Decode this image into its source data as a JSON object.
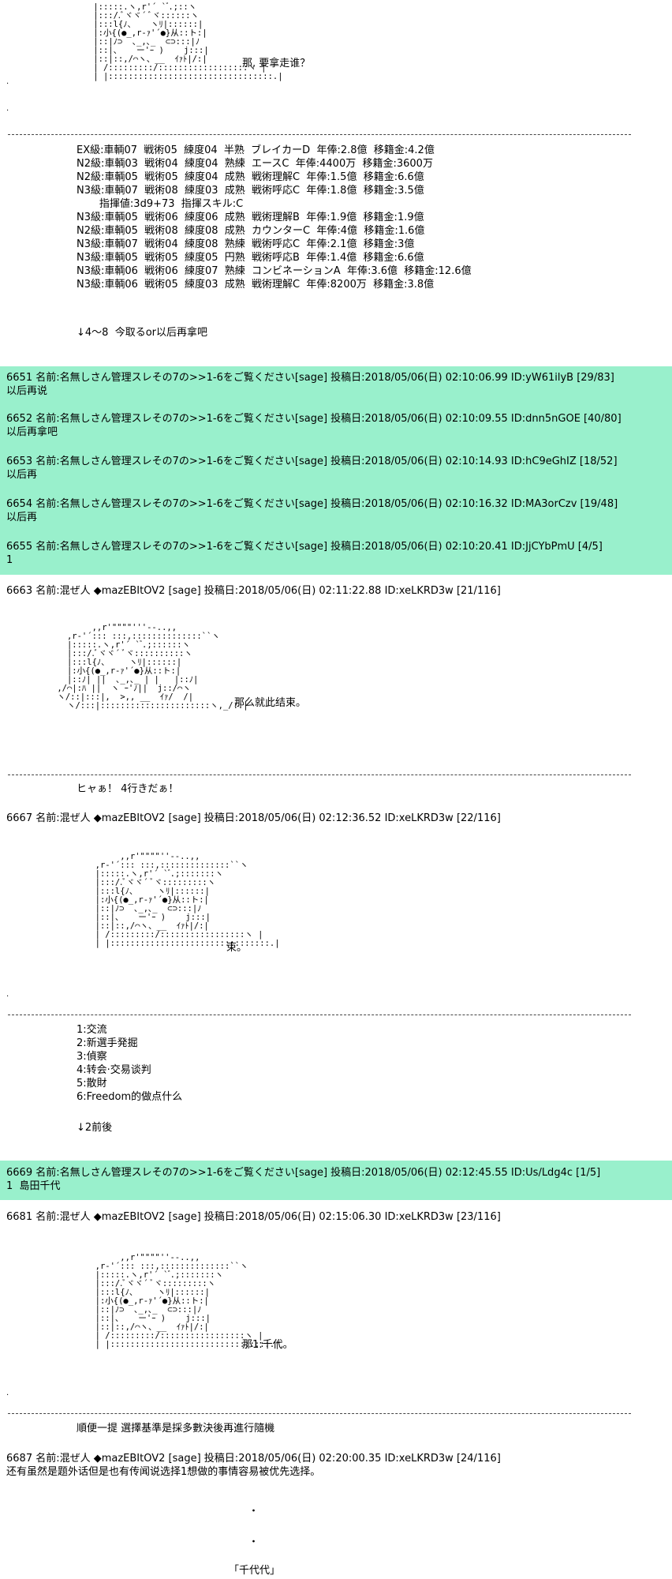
{
  "aa": {
    "face1": " |:::::.ヽ,r'´ ` ゙.;::ヽ\n |:::/.ﾞヾヾ´ ﾞヾ::::::ヽ\n |:::l{ﾉ、   ヽﾘ|::::::|\n |:小{(●_,r-ｧ'´●}从::ト:|\n |::|ﾉ⊃  ､_,､_  ⊂⊃:::|ﾉ\n |::|、   ー'ｰ )    j:::|\n |::|::,/⌒ヽ、__  ｲｧﾄ|/:|\n | /:::::::::/::::::::::::::::::ヽ |\n | |:::::::::::::::::::::::::::::::::.|",
    "face2": "        ,,r'\"\"\"\"'''‐-..,,\n   ,r‐'´::: :::,::::::::::::::``ヽ\n   |:::::.ヽ,r'´ ` ゙.;::::::ヽ\n   |:::/.ﾞヾヾ´ ﾞヾ::::::::::ヽ\n   |:::l{ﾉ、    ヽﾘ|::::::|\n   |:小{(●_,r-ｧ'´●}从::ト:|\n   |::ﾉ| ||  ､_,､_ | |   |::ﾉ|\n ,/⌒|:ﾊ ||  ヽ ｰ'ﾉ||  j::/⌒ヽ\n ヽ/::|:::|,  >,, __  ｲｧ/  /|\n   ヽ/:::|::::::::::::::::::::::ヽ,_/::|",
    "face3": "       ,,r'\"\"\"\"''‐-..,,\n  ,r‐'´::: :::,::::::::::::::``ヽ\n  |:::::.ヽ,r'´ ` ゙.;:::::::ヽ\n  |:::/.ﾞヾヾ´ ﾞヾ:::::::::ヽ\n  |:::l{ﾉ、    ヽﾘ|::::::|\n  |:小{(●_,r-ｧ'´●}从::ト:|\n  |::|ﾉ⊃  ､_,､_  ⊂⊃:::|ﾉ\n  |::|、   ー'ｰ )    j:::|\n  |::|::,/⌒ヽ、__  ｲｧﾄ|/:|\n  | /:::::::::/:::::::::::::::::ヽ |\n  | |::::::::::::::::::::::::::::::::.|"
  },
  "block1": {
    "speech": "那, 要拿走谁？",
    "stats": [
      "EX級:車輌07  戦術05  練度04  半熟  ブレイカーD  年俸:2.8億  移籍金:4.2億",
      "N2級:車輌03  戦術04  練度04  熟練  エースC  年俸:4400万  移籍金:3600万",
      "N2級:車輌05  戦術05  練度04  成熟  戦術理解C  年俸:1.5億  移籍金:6.6億",
      "N3級:車輌07  戦術08  練度03  成熟  戦術呼応C  年俸:1.8億  移籍金:3.5億",
      "       指揮値:3d9+73  指揮スキル:C",
      "N3級:車輌05  戦術06  練度06  成熟  戦術理解B  年俸:1.9億  移籍金:1.9億",
      "N2級:車輌05  戦術08  練度08  成熟  カウンターC  年俸:4億  移籍金:1.6億",
      "N3級:車輌07  戦術04  練度08  熟練  戦術呼応C  年俸:2.1億  移籍金:3億",
      "N3級:車輌05  戦術05  練度05  円熟  戦術呼応B  年俸:1.4億  移籍金:6.6億",
      "N3級:車輌06  戦術06  練度07  熟練  コンビネーションA  年俸:3.6億  移籍金:12.6億",
      "N3級:車輌06  戦術05  練度03  成熟  戦術理解C  年俸:8200万  移籍金:3.8億"
    ],
    "footer": "↓4～8  今取るor以后再拿吧"
  },
  "green1": [
    {
      "head": "6651 名前:名無しさん管理スレその7の>>1-6をご覧ください[sage] 投稿日:2018/05/06(日) 02:10:06.99 ID:yW61ilyB [29/83]",
      "body": "以后再说"
    },
    {
      "head": "6652 名前:名無しさん管理スレその7の>>1-6をご覧ください[sage] 投稿日:2018/05/06(日) 02:10:09.55 ID:dnn5nGOE [40/80]",
      "body": "以后再拿吧"
    },
    {
      "head": "6653 名前:名無しさん管理スレその7の>>1-6をご覧ください[sage] 投稿日:2018/05/06(日) 02:10:14.93 ID:hC9eGhIZ [18/52]",
      "body": "以后再"
    },
    {
      "head": "6654 名前:名無しさん管理スレその7の>>1-6をご覧ください[sage] 投稿日:2018/05/06(日) 02:10:16.32 ID:MA3orCzv [19/48]",
      "body": "以后再"
    },
    {
      "head": "6655 名前:名無しさん管理スレその7の>>1-6をご覧ください[sage] 投稿日:2018/05/06(日) 02:10:20.41 ID:JjCYbPmU [4/5]",
      "body": "1"
    }
  ],
  "post6663": {
    "head": "6663 名前:混ぜ人 ◆mazEBItOV2 [sage] 投稿日:2018/05/06(日) 02:11:22.88 ID:xeLKRD3w [21/116]",
    "speech": "那么就此结束。",
    "after": "ヒャぁ！ 4行きだぁ！"
  },
  "post6667": {
    "head": "6667 名前:混ぜ人 ◆mazEBItOV2 [sage] 投稿日:2018/05/06(日) 02:12:36.52 ID:xeLKRD3w [22/116]",
    "speech": "束。",
    "options": [
      "1:交流",
      "2:新選手発掘",
      "3:偵察",
      "4:转会·交易谈判",
      "5:散財",
      "6:Freedom的做点什么"
    ],
    "footer": "↓2前後"
  },
  "green2": {
    "head": "6669 名前:名無しさん管理スレその7の>>1-6をご覧ください[sage] 投稿日:2018/05/06(日) 02:12:45.55 ID:Us/Ldg4c [1/5]",
    "body": "1  島田千代"
  },
  "post6681": {
    "head": "6681 名前:混ぜ人 ◆mazEBItOV2 [sage] 投稿日:2018/05/06(日) 02:15:06.30 ID:xeLKRD3w [23/116]",
    "speech": "那1:千代。",
    "after": "順便一提 選擇基準是採多數決後再進行隨機"
  },
  "post6687": {
    "head": "6687 名前:混ぜ人 ◆mazEBItOV2 [sage] 投稿日:2018/05/06(日) 02:20:00.35 ID:xeLKRD3w [24/116]",
    "body": "还有虽然是题外话但是也有传闻说选择1想做的事情容易被优先选择。",
    "dot": "・",
    "quote": "「千代代」"
  }
}
